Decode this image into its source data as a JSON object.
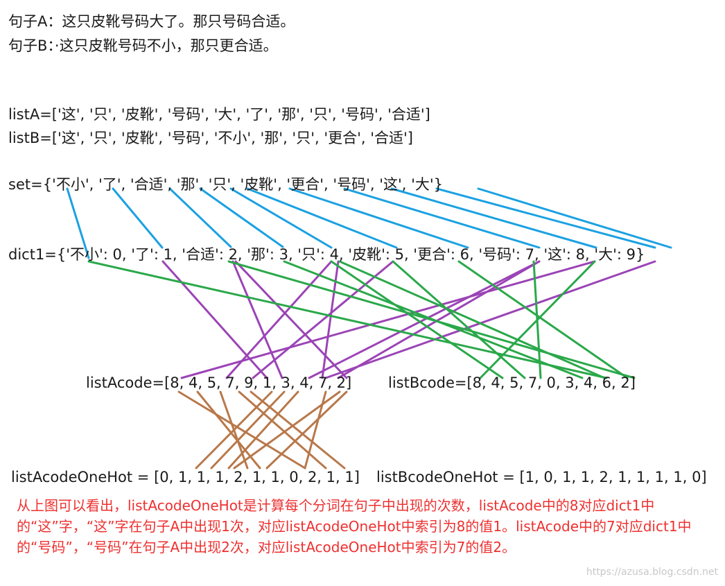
{
  "sentences": {
    "a": "句子A：这只皮靴号码大了。那只号码合适。",
    "b": "句子B：·这只皮靴号码不小，那只更合适。"
  },
  "lists": {
    "listA": "listA=['这', '只', '皮靴', '号码', '大', '了', '那', '只', '号码', '合适']",
    "listB": "listB=['这', '只', '皮靴', '号码', '不小', '那', '只', '更合', '合适']"
  },
  "set_line": "set={'不小', '了', '合适', '那', '只', '皮靴', '更合', '号码', '这', '大'}",
  "dict_line": "dict1={'不小': 0, '了': 1, '合适': 2, '那': 3, '只': 4, '皮靴': 5, '更合': 6, '号码': 7, '这': 8, '大': 9}",
  "codes": {
    "listAcode": "listAcode=[8, 4, 5, 7, 9, 1, 3, 4, 7, 2]",
    "listBcode": "listBcode=[8, 4, 5, 7, 0, 3, 4, 6, 2]"
  },
  "onehot": {
    "a": "listAcodeOneHot = [0, 1, 1, 1, 2, 1, 1, 0, 2, 1, 1]",
    "b": "listBcodeOneHot = [1, 0, 1, 1, 2, 1, 1, 1, 1, 0]"
  },
  "note": "从上图可以看出，listAcodeOneHot是计算每个分词在句子中出现的次数，listAcode中的8对应dict1中的“这”字，“这”字在句子A中出现1次，对应listAcodeOneHot中索引为8的值1。listAcode中的7对应dict1中的“号码”，“号码”在句子A中出现2次，对应listAcodeOneHot中索引为7的值2。",
  "watermark": "https://azusa.blog.csdn.net",
  "colors": {
    "set_to_dict": "#1ba1e2",
    "dict_to_listA": "#9b44b6",
    "dict_to_listB": "#2aa84a",
    "listA_to_onehot": "#b8784a",
    "note_text": "#ee3030"
  }
}
